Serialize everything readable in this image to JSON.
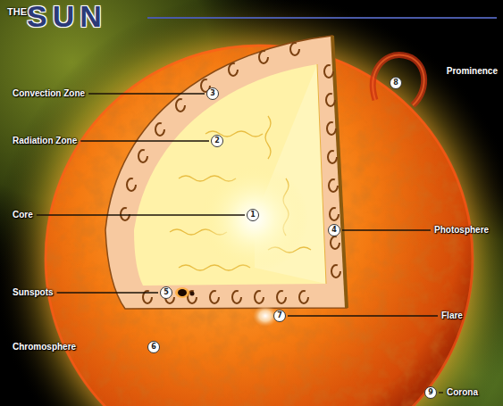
{
  "diagram": {
    "title": "SUN",
    "nodes": [
      {
        "text": [
          "8"
        ]
      },
      {
        "text": [
          "3"
        ]
      },
      {
        "text": [
          "2"
        ]
      },
      {
        "text": [
          "1"
        ]
      },
      {
        "text": [
          "4"
        ]
      },
      {
        "text": [
          "5"
        ]
      },
      {
        "text": [
          "7"
        ]
      },
      {
        "text": [
          "6"
        ]
      },
      {
        "text": [
          "9"
        ]
      }
    ],
    "labels": [
      "THE",
      "Prominence",
      "Convection Zone",
      "Radiation Zone",
      "Core",
      "Photosphere",
      "Sunspots",
      "Flare",
      "Chromosphere",
      "Corona"
    ]
  }
}
